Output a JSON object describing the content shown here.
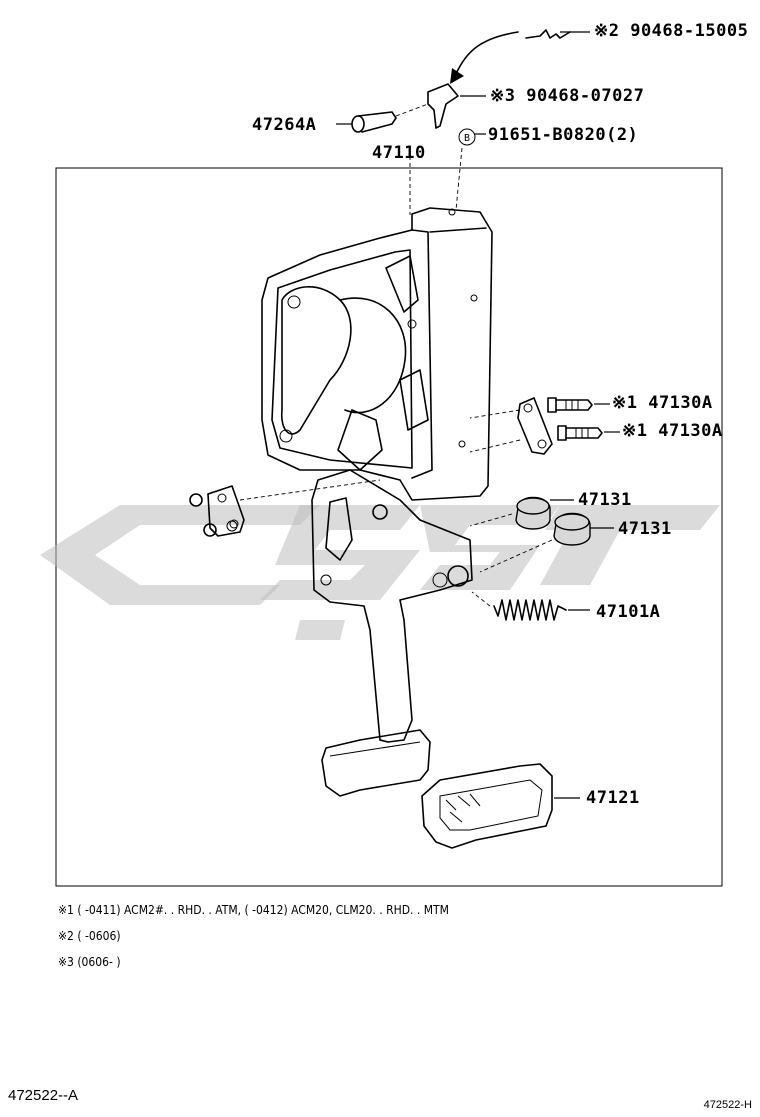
{
  "diagram": {
    "callouts": {
      "top_clip": "※2 90468-15005",
      "retainer": "※3 90468-07027",
      "pin": "47264A",
      "bracket": "47110",
      "bolt": "91651-B0820(2)",
      "bolt_symbol": "B",
      "pivot_bolt_1": "※1 47130A",
      "pivot_bolt_2": "※1 47130A",
      "stopper_1": "47131",
      "stopper_2": "47131",
      "spring": "47101A",
      "pad": "47121"
    },
    "notes": [
      "※1 (      -0411) ACM2#. . RHD. . ATM, (      -0412) ACM20, CLM20. . RHD. . MTM",
      "※2 (      -0606)",
      "※3 (0606-      )"
    ],
    "diagram_id": "472522--A",
    "page_ref": "472522-H"
  }
}
